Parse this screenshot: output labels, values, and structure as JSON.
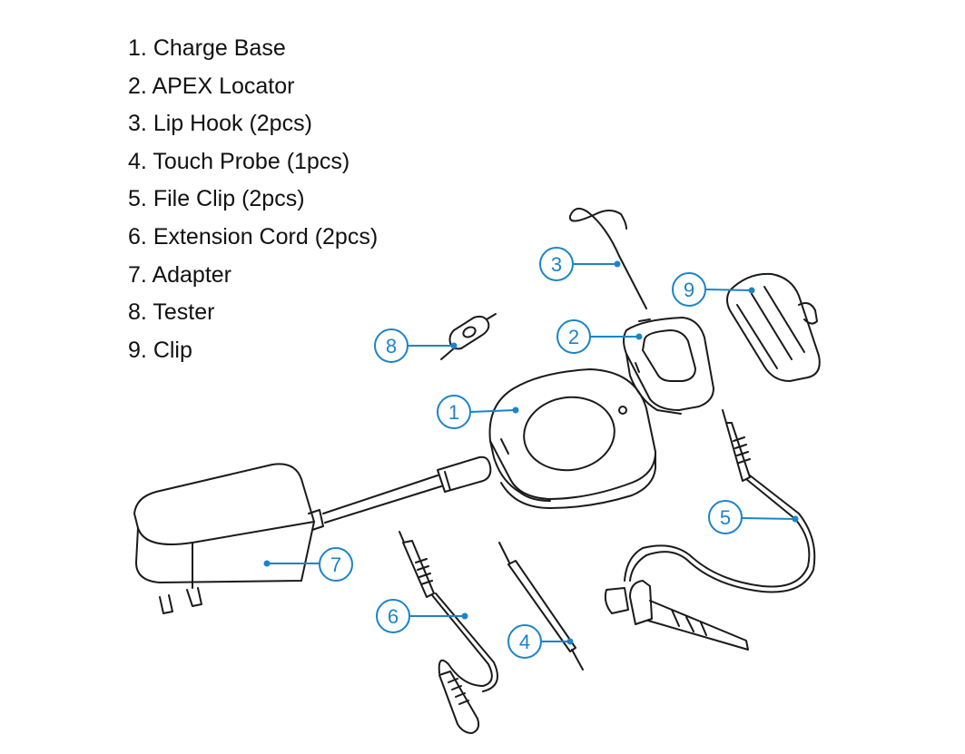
{
  "legend": [
    {
      "num": "1.",
      "name": "Charge Base",
      "qty": ""
    },
    {
      "num": "2.",
      "name": "APEX Locator",
      "qty": ""
    },
    {
      "num": "3.",
      "name": "Lip Hook",
      "qty": "(2pcs)"
    },
    {
      "num": "4.",
      "name": "Touch Probe",
      "qty": "(1pcs)"
    },
    {
      "num": "5.",
      "name": "File Clip",
      "qty": "(2pcs)"
    },
    {
      "num": "6.",
      "name": "Extension Cord",
      "qty": "(2pcs)"
    },
    {
      "num": "7.",
      "name": "Adapter",
      "qty": ""
    },
    {
      "num": "8.",
      "name": "Tester",
      "qty": ""
    },
    {
      "num": "9.",
      "name": "Clip",
      "qty": ""
    }
  ],
  "callouts": {
    "charge_base": "1",
    "apex_locator": "2",
    "lip_hook": "3",
    "touch_probe": "4",
    "file_clip": "5",
    "extension_cord": "6",
    "adapter": "7",
    "tester": "8",
    "clip": "9"
  },
  "colors": {
    "callout": "#1b84c9",
    "line_art": "#1a1a1a",
    "text": "#111111",
    "background": "#ffffff"
  }
}
